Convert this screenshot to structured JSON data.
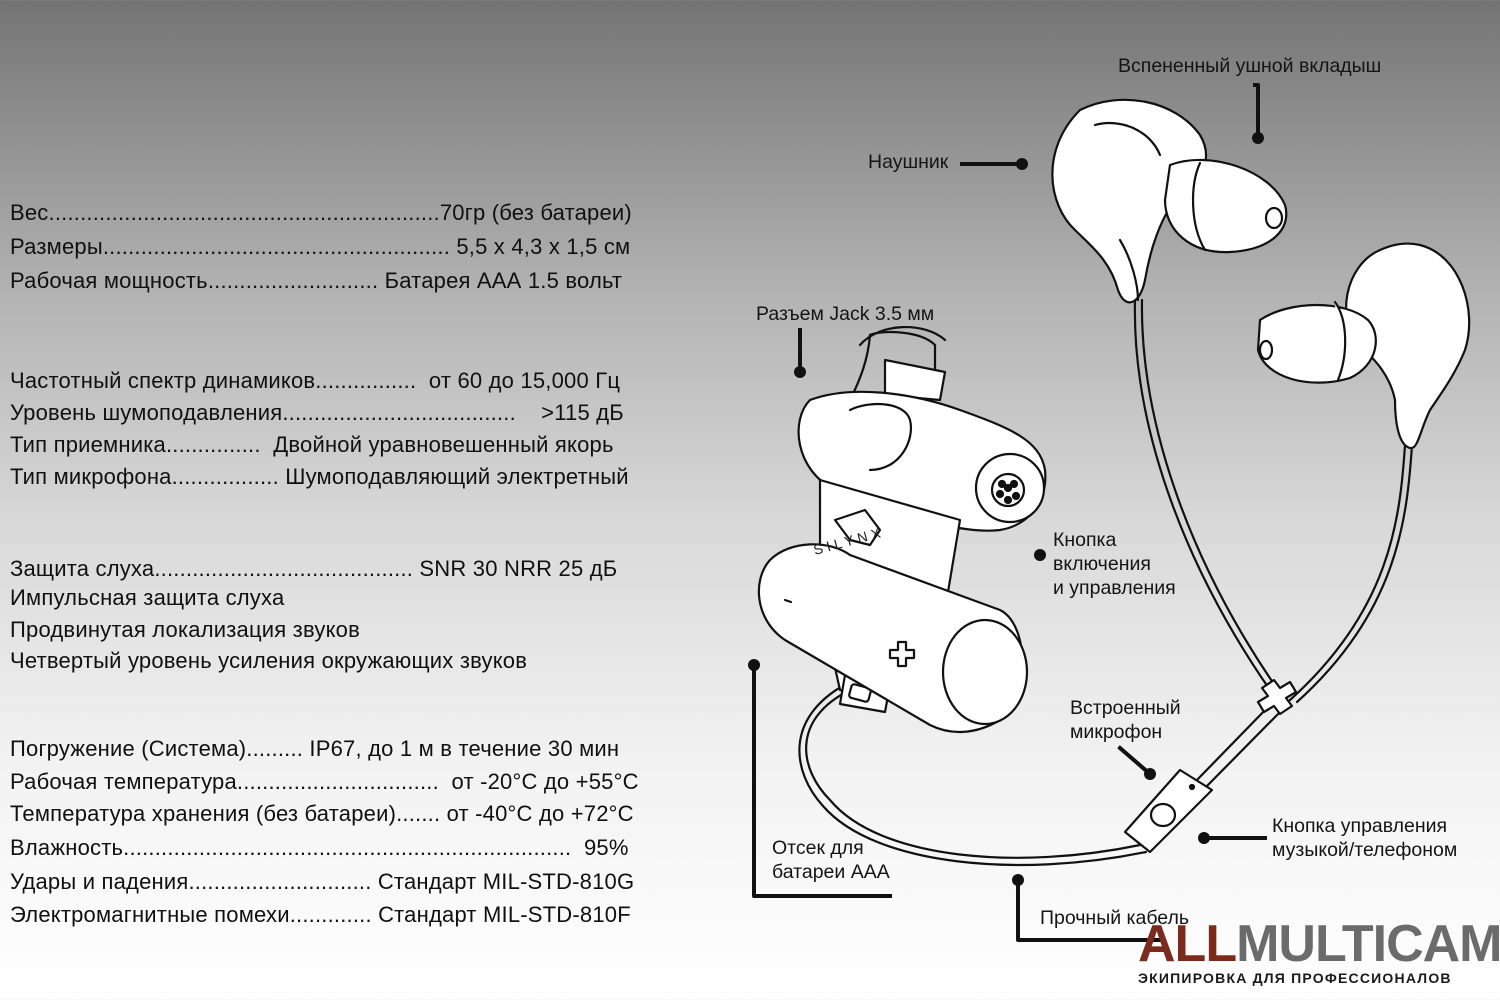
{
  "specs": [
    {
      "text": "Вес..............................................................70гр (без батареи)"
    },
    {
      "text": "Размеры....................................................... 5,5 х 4,3 х 1,5 см"
    },
    {
      "text": "Рабочая мощность........................... Батарея ААА 1.5 вольт"
    },
    {
      "text": "Частотный спектр динамиков................  от 60 до 15,000 Гц"
    },
    {
      "text": "Уровень шумоподавления.....................................    >115 дБ"
    },
    {
      "text": "Тип приемника...............  Двойной уравновешенный якорь"
    },
    {
      "text": "Тип микрофона................. Шумоподавляющий электретный"
    },
    {
      "text": "Защита слуха......................................... SNR 30 NRR 25 дБ"
    },
    {
      "text": "Импульсная защита слуха"
    },
    {
      "text": "Продвинутая локализация звуков"
    },
    {
      "text": "Четвертый уровень усиления окружающих звуков"
    },
    {
      "text": "Погружение (Система)......... IP67, до 1 м в течение 30 мин"
    },
    {
      "text": "Рабочая температура................................  от -20°С до +55°С"
    },
    {
      "text": "Температура хранения (без батареи)....... от -40°С до +72°С"
    },
    {
      "text": "Влажность.......................................................................  95%"
    },
    {
      "text": "Удары и падения............................. Стандарт MIL-STD-810G"
    },
    {
      "text": "Электромагнитные помехи............. Стандарт MIL-STD-810F"
    }
  ],
  "labels": {
    "ear_tip": "Вспененный ушной вкладыш",
    "earphone": "Наушник",
    "jack": "Разъем Jack 3.5 мм",
    "power_button": "Кнопка\nвключения\nи управления",
    "microphone": "Встроенный\nмикрофон",
    "music_button": "Кнопка управления\nмузыкой/телефоном",
    "battery": "Отсек для\nбатареи ААА",
    "cable": "Прочный кабель"
  },
  "device_brand": "SILYNX",
  "logo": {
    "part1": "ALL",
    "part2": "MULTICAM",
    "tagline": "ЭКИПИРОВКА ДЛЯ ПРОФЕССИОНАЛОВ",
    "colors": {
      "accent": "#7a2b1c",
      "gray": "#6b6b6b"
    }
  }
}
